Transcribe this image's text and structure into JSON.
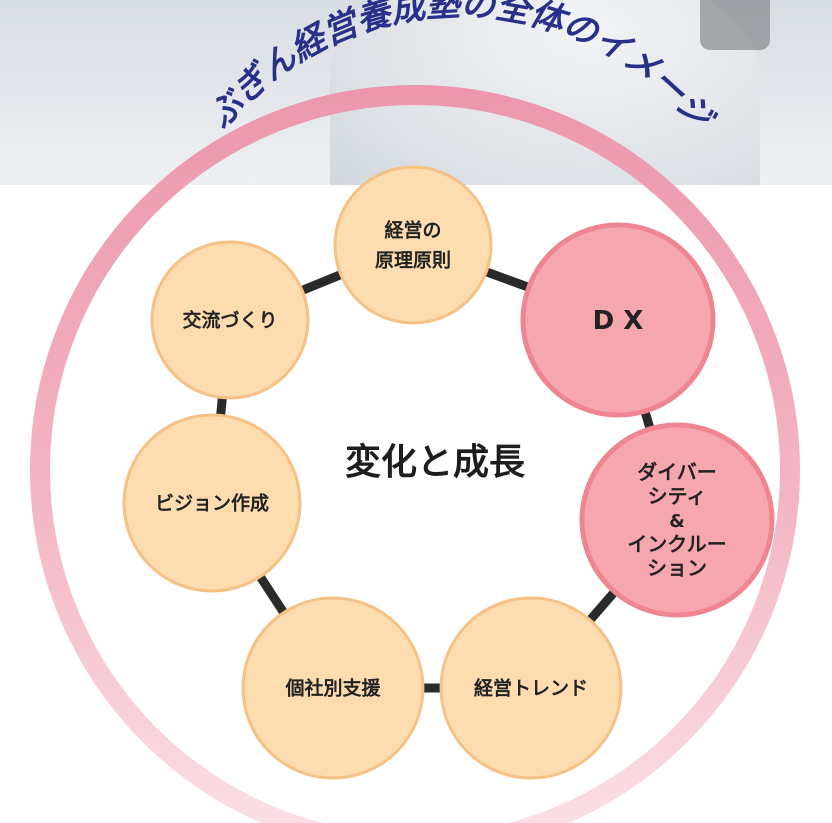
{
  "title": "ぶぎん経営養成塾の全体のイメージ",
  "center_label": "変化と成長",
  "nodes": [
    {
      "id": "keiei-genri",
      "lines": [
        "経営の",
        "原理原則"
      ],
      "style": "peach"
    },
    {
      "id": "dx",
      "lines": [
        "D X"
      ],
      "style": "pink"
    },
    {
      "id": "diversity",
      "lines": [
        "ダイバー",
        "シティ",
        "&",
        "インクルー",
        "ション"
      ],
      "style": "pink"
    },
    {
      "id": "keiei-trend",
      "lines": [
        "経営トレンド"
      ],
      "style": "peach"
    },
    {
      "id": "kosha-shien",
      "lines": [
        "個社別支援"
      ],
      "style": "peach"
    },
    {
      "id": "vision",
      "lines": [
        "ビジョン作成"
      ],
      "style": "peach"
    },
    {
      "id": "koryu",
      "lines": [
        "交流づくり"
      ],
      "style": "peach"
    }
  ],
  "colors": {
    "peach_fill": "#fddcb0",
    "peach_stroke": "#f5c184",
    "pink_fill": "#f6a7ad",
    "pink_stroke": "#ee8591",
    "ring": "#ef9fb3",
    "connector": "#2a2a2a",
    "title": "#28308a"
  }
}
